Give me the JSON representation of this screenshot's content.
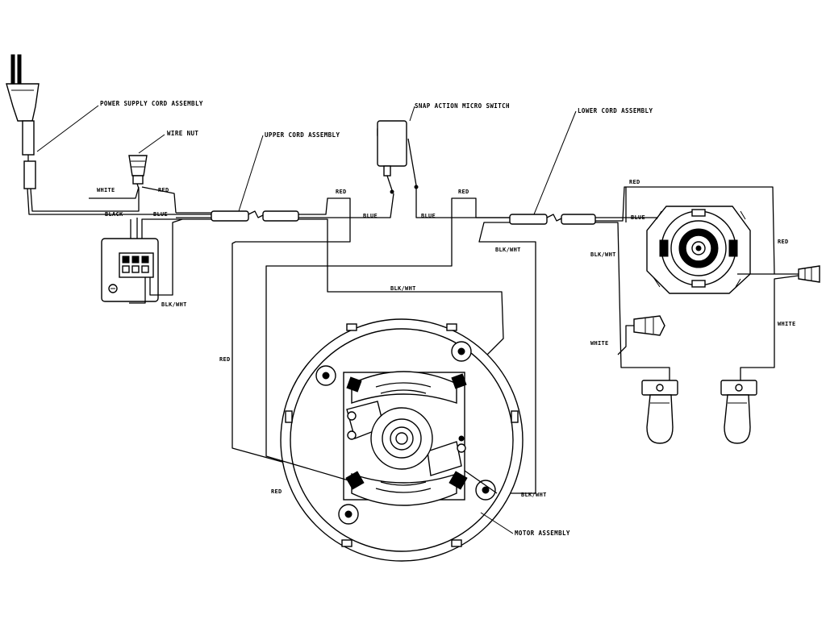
{
  "titles": {
    "power_cord": "POWER SUPPLY CORD ASSEMBLY",
    "wire_nut": "WIRE NUT",
    "upper_cord": "UPPER CORD ASSEMBLY",
    "micro_switch": "SNAP ACTION MICRO SWITCH",
    "lower_cord": "LOWER CORD ASSEMBLY",
    "motor": "MOTOR ASSEMBLY"
  },
  "wires": {
    "white": "WHITE",
    "red": "RED",
    "black": "BLACK",
    "blue": "BLUE",
    "blk_wht": "BLK/WHT"
  }
}
